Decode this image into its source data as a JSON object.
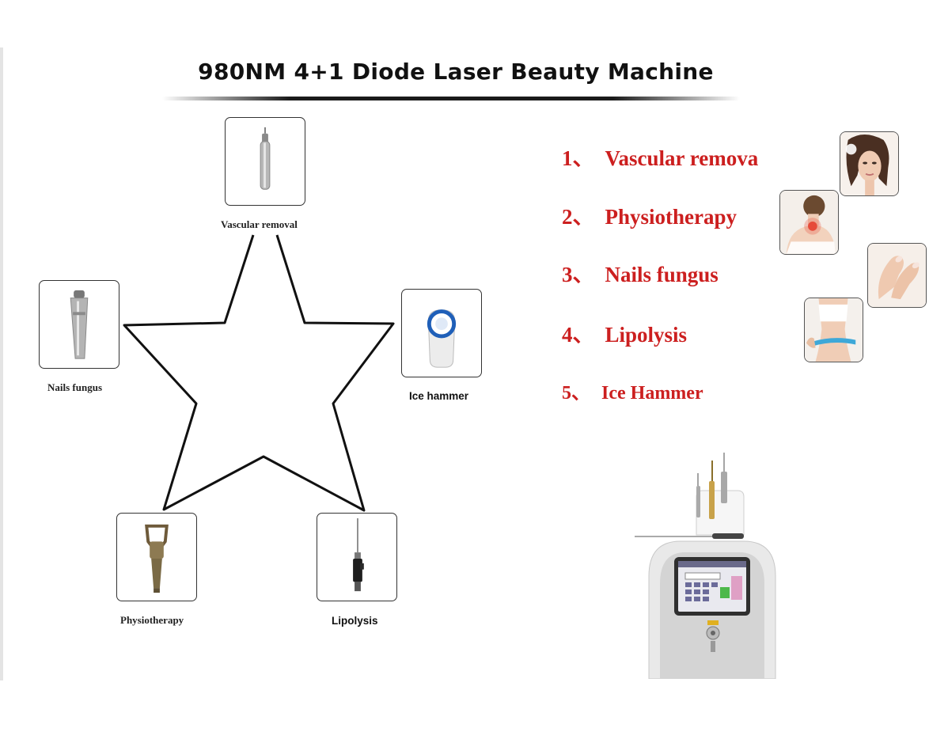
{
  "title": "980NM 4+1 Diode Laser Beauty Machine",
  "handpieces": [
    {
      "label": "Vascular removal",
      "icon": "thin-needle-handpiece-icon"
    },
    {
      "label": "Ice hammer",
      "icon": "ice-hammer-handpiece-icon"
    },
    {
      "label": "Lipolysis",
      "icon": "lipolysis-fiber-handpiece-icon"
    },
    {
      "label": "Physiotherapy",
      "icon": "physiotherapy-handpiece-icon"
    },
    {
      "label": "Nails fungus",
      "icon": "nail-fungus-handpiece-icon"
    }
  ],
  "functions": [
    {
      "number": "1、",
      "label": "Vascular remova"
    },
    {
      "number": "2、",
      "label": "Physiotherapy"
    },
    {
      "number": "3、",
      "label": "Nails fungus"
    },
    {
      "number": "4、",
      "label": "Lipolysis"
    },
    {
      "number": "5、",
      "label": "Ice Hammer"
    }
  ],
  "photos": [
    {
      "icon": "woman-face-photo-icon"
    },
    {
      "icon": "neck-pain-photo-icon"
    },
    {
      "icon": "nails-hand-photo-icon"
    },
    {
      "icon": "waist-measure-photo-icon"
    }
  ],
  "machine": {
    "icon": "laser-machine-photo-icon"
  },
  "colors": {
    "accent_red": "#cc1f1f",
    "text_dark": "#111111",
    "line": "#111111"
  }
}
